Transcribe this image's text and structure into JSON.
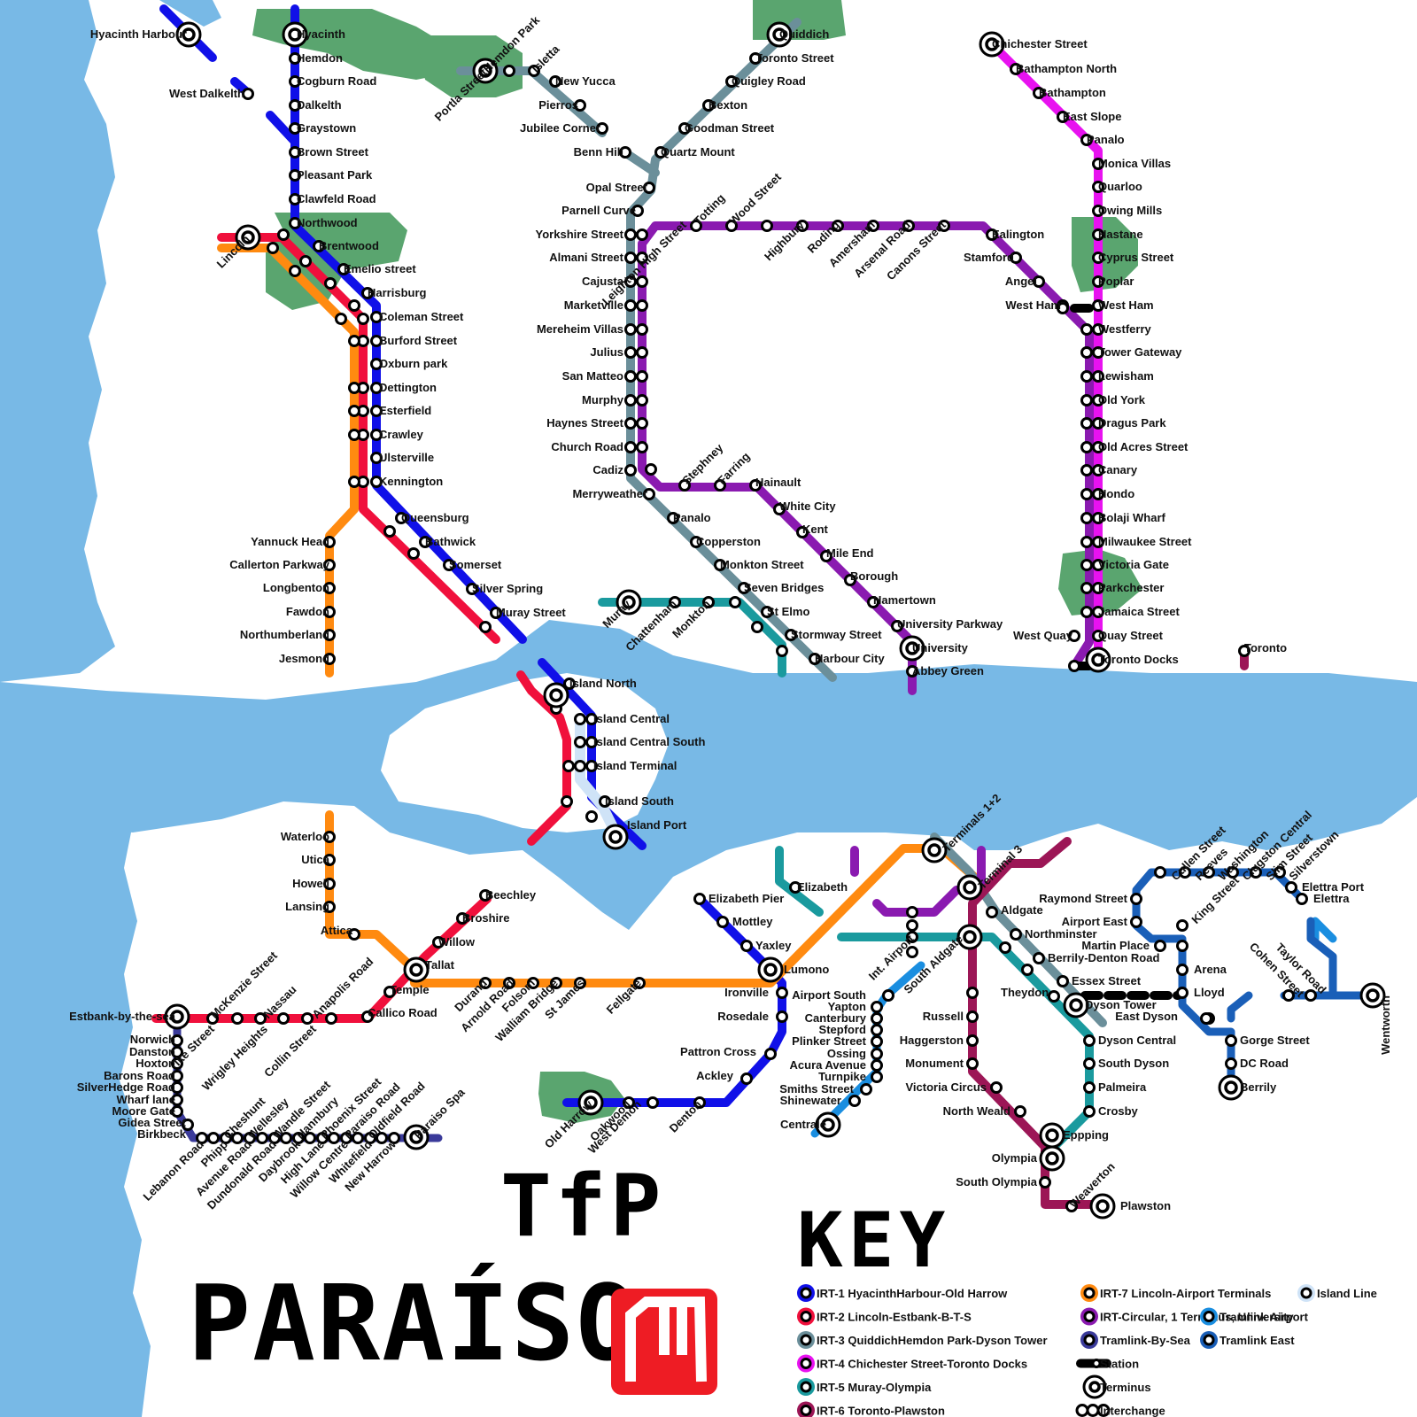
{
  "colors": {
    "water": "#78b9e6",
    "park": "#5aa56f",
    "irt1": "#1010e8",
    "irt2": "#f0103c",
    "irt3": "#6b8f9a",
    "irt4": "#e812f0",
    "irt5": "#1a9a9e",
    "irt6": "#9c1656",
    "irt7": "#ff8a10",
    "circular": "#8a1ab0",
    "bysea": "#3a3a9a",
    "tram_airport": "#1a8ee0",
    "tram_east": "#1a5fb8",
    "island": "#cfe3f7",
    "logo": "#ee1c24"
  },
  "title": {
    "line1": "TfP",
    "line2": "PARAÍSO",
    "key_heading": "KEY"
  },
  "key": {
    "left": [
      {
        "label": "IRT-1 HyacinthHarbour-Old Harrow",
        "color": "#1010e8",
        "icon": "line-station-icon"
      },
      {
        "label": "IRT-2 Lincoln-Estbank-B-T-S",
        "color": "#f0103c",
        "icon": "line-station-icon"
      },
      {
        "label": "IRT-3 QuiddichHemdon Park-Dyson Tower",
        "color": "#6b8f9a",
        "icon": "line-station-icon"
      },
      {
        "label": "IRT-4 Chichester Street-Toronto Docks",
        "color": "#e812f0",
        "icon": "line-station-icon"
      },
      {
        "label": "IRT-5 Muray-Olympia",
        "color": "#1a9a9e",
        "icon": "line-station-icon"
      },
      {
        "label": "IRT-6 Toronto-Plawston",
        "color": "#9c1656",
        "icon": "line-station-icon"
      }
    ],
    "middle": [
      {
        "label": "IRT-7 Lincoln-Airport Terminals",
        "color": "#ff8a10",
        "icon": "line-station-icon"
      },
      {
        "label": "IRT-Circular, 1 Terminus, University",
        "color": "#8a1ab0",
        "icon": "line-station-icon"
      },
      {
        "label": "Tramlink-By-Sea",
        "color": "#3a3a9a",
        "icon": "line-station-icon"
      },
      {
        "label": "Station",
        "color": "#000000",
        "icon": "station-icon"
      },
      {
        "label": "Terminus",
        "color": "#000000",
        "icon": "terminus-icon"
      },
      {
        "label": "Interchange",
        "color": "#000000",
        "icon": "interchange-icon"
      }
    ],
    "right": [
      {
        "label": "Island Line",
        "color": "#cfe3f7",
        "icon": "line-station-icon"
      },
      {
        "label": "Tramlink Airport",
        "color": "#1a8ee0",
        "icon": "line-station-icon"
      },
      {
        "label": "Tramlink East",
        "color": "#1a5fb8",
        "icon": "line-station-icon"
      }
    ]
  },
  "labels": [
    "Hyacinth Harbour",
    "West Dalkelth",
    "Hyacinth",
    "Hemdon",
    "Cogburn Road",
    "Dalkelth",
    "Graystown",
    "Brown Street",
    "Pleasant Park",
    "Clawfeld Road",
    "Northwood",
    "Brentwood",
    "Emelio street",
    "Harrisburg",
    "Coleman Street",
    "Burford Street",
    "Oxburn park",
    "Dettington",
    "Esterfield",
    "Crawley",
    "Ulsterville",
    "Kennington",
    "Queensburg",
    "Bathwick",
    "Somerset",
    "Silver Spring",
    "Muray Street",
    "Lincoln",
    "Yannuck Head",
    "Callerton Parkway",
    "Longbenton",
    "Fawdon",
    "Northumberland",
    "Jesmond",
    "Hemdon Park",
    "Portla Street",
    "Isletta",
    "New Yucca",
    "Pierros",
    "Jubilee Corner",
    "Quiddich",
    "Toronto Street",
    "Quigley Road",
    "Bexton",
    "Goodman Street",
    "Quartz Mount",
    "Benn Hill",
    "Opal Street",
    "Parnell Curve",
    "Yorkshire Street",
    "Almani Street",
    "Cajusta",
    "Marketville",
    "Mereheim Villas",
    "Julius",
    "San Matteo",
    "Murphy",
    "Haynes Street",
    "Church Road",
    "Cadiz",
    "Merryweather",
    "Panalo",
    "Copperston",
    "Monkton Street",
    "Seven Bridges",
    "St Elmo",
    "Stormway Street",
    "Harbour City",
    "Totting",
    "Wood Street",
    "Leighton High Street",
    "Highbury",
    "Roding",
    "Amersham",
    "Arsenal Road",
    "Canons Street",
    "Ealington",
    "Stamford",
    "Angel",
    "West Ham",
    "Stephney",
    "Farring",
    "Hainault",
    "White City",
    "Kent",
    "Mile End",
    "Borough",
    "Hamertown",
    "University Parkway",
    "University",
    "Abbey Green",
    "Chichester Street",
    "Bathampton North",
    "Bathampton",
    "East Slope",
    "Panalo",
    "Monica Villas",
    "Quarloo",
    "Owing Mills",
    "Hastane",
    "Cyprus Street",
    "Poplar",
    "West Ham",
    "Westferry",
    "Tower Gateway",
    "Lewisham",
    "Old York",
    "Dragus Park",
    "Old Acres Street",
    "Canary",
    "Hondo",
    "Bolaji Wharf",
    "Milwaukee Street",
    "Victoria Gate",
    "Parkchester",
    "Jamaica Street",
    "Quay Street",
    "West Quay",
    "Toronto Docks",
    "Toronto",
    "Muray",
    "Chattenham",
    "Monkton",
    "Island North",
    "Island Central",
    "Island Central South",
    "Island Terminal",
    "Island South",
    "Island Port",
    "Waterloo",
    "Utica",
    "Howell",
    "Lansing",
    "Attica",
    "Tallat",
    "Temple",
    "Callico Road",
    "Beechley",
    "Broshire",
    "Willow",
    "Arnold Road",
    "Walliam Bridge",
    "St James",
    "Fellgate",
    "Durand",
    "Folsom",
    "Estbank-by-the-sea",
    "McKenzie Street",
    "Nassau",
    "Anapolis Road",
    "Ike Street",
    "Wrigley Heights",
    "Collin Street",
    "Norwich",
    "Danston",
    "Hoxton",
    "Barons Road",
    "SilverHedge Road",
    "Wharf lane",
    "Moore Gate",
    "Gidea Street",
    "Birkbeck",
    "Lebanon Road",
    "Cheshunt",
    "Phipp",
    "Wellesley",
    "Avenue Road",
    "Wandle Street",
    "Dundonald Road",
    "Hannbury",
    "Daybrook",
    "Phoenix Street",
    "High Lane",
    "Paraiso Road",
    "Willow Centre",
    "Oldfield Road",
    "Whitefield",
    "Paraiso Spa",
    "New Harrow",
    "Elizabeth Pier",
    "Mottley",
    "Yaxley",
    "Lumono",
    "Ironville",
    "Rosedale",
    "Pattron Cross",
    "Ackley",
    "Denton",
    "West Demon",
    "Oakwood",
    "Old Harrow",
    "Elizabeth",
    "Terminals 1+2",
    "Terminal 3",
    "Int. Airport",
    "South Aldgate",
    "Aldgate",
    "Northminster",
    "Berrily-Denton Road",
    "Essex Street",
    "Dyson Tower",
    "Theydon",
    "Russell",
    "Haggerston",
    "Monument",
    "Victoria Circus",
    "North Weald",
    "Eppping",
    "Olympia",
    "South Olympia",
    "Weaverton",
    "Plawston",
    "Dyson Central",
    "South Dyson",
    "Palmeira",
    "Crosby",
    "Airport South",
    "Yapton",
    "Canterbury",
    "Stepford",
    "Plinker Street",
    "Ossing",
    "Acura Avenue",
    "Turnpike",
    "Smiths Street",
    "Shinewater",
    "Centrale",
    "Raymond Street",
    "Airport East",
    "Martin Place",
    "Cullen Street",
    "Reeves",
    "Washington",
    "Clugston Central",
    "Slim Street",
    "Silverstown",
    "Elettra Port",
    "Elettra",
    "King Street",
    "Arena",
    "Lloyd",
    "East Dyson",
    "Gorge Street",
    "DC Road",
    "Berrily",
    "Taylor Road",
    "Cohen Street",
    "Wentworth"
  ]
}
